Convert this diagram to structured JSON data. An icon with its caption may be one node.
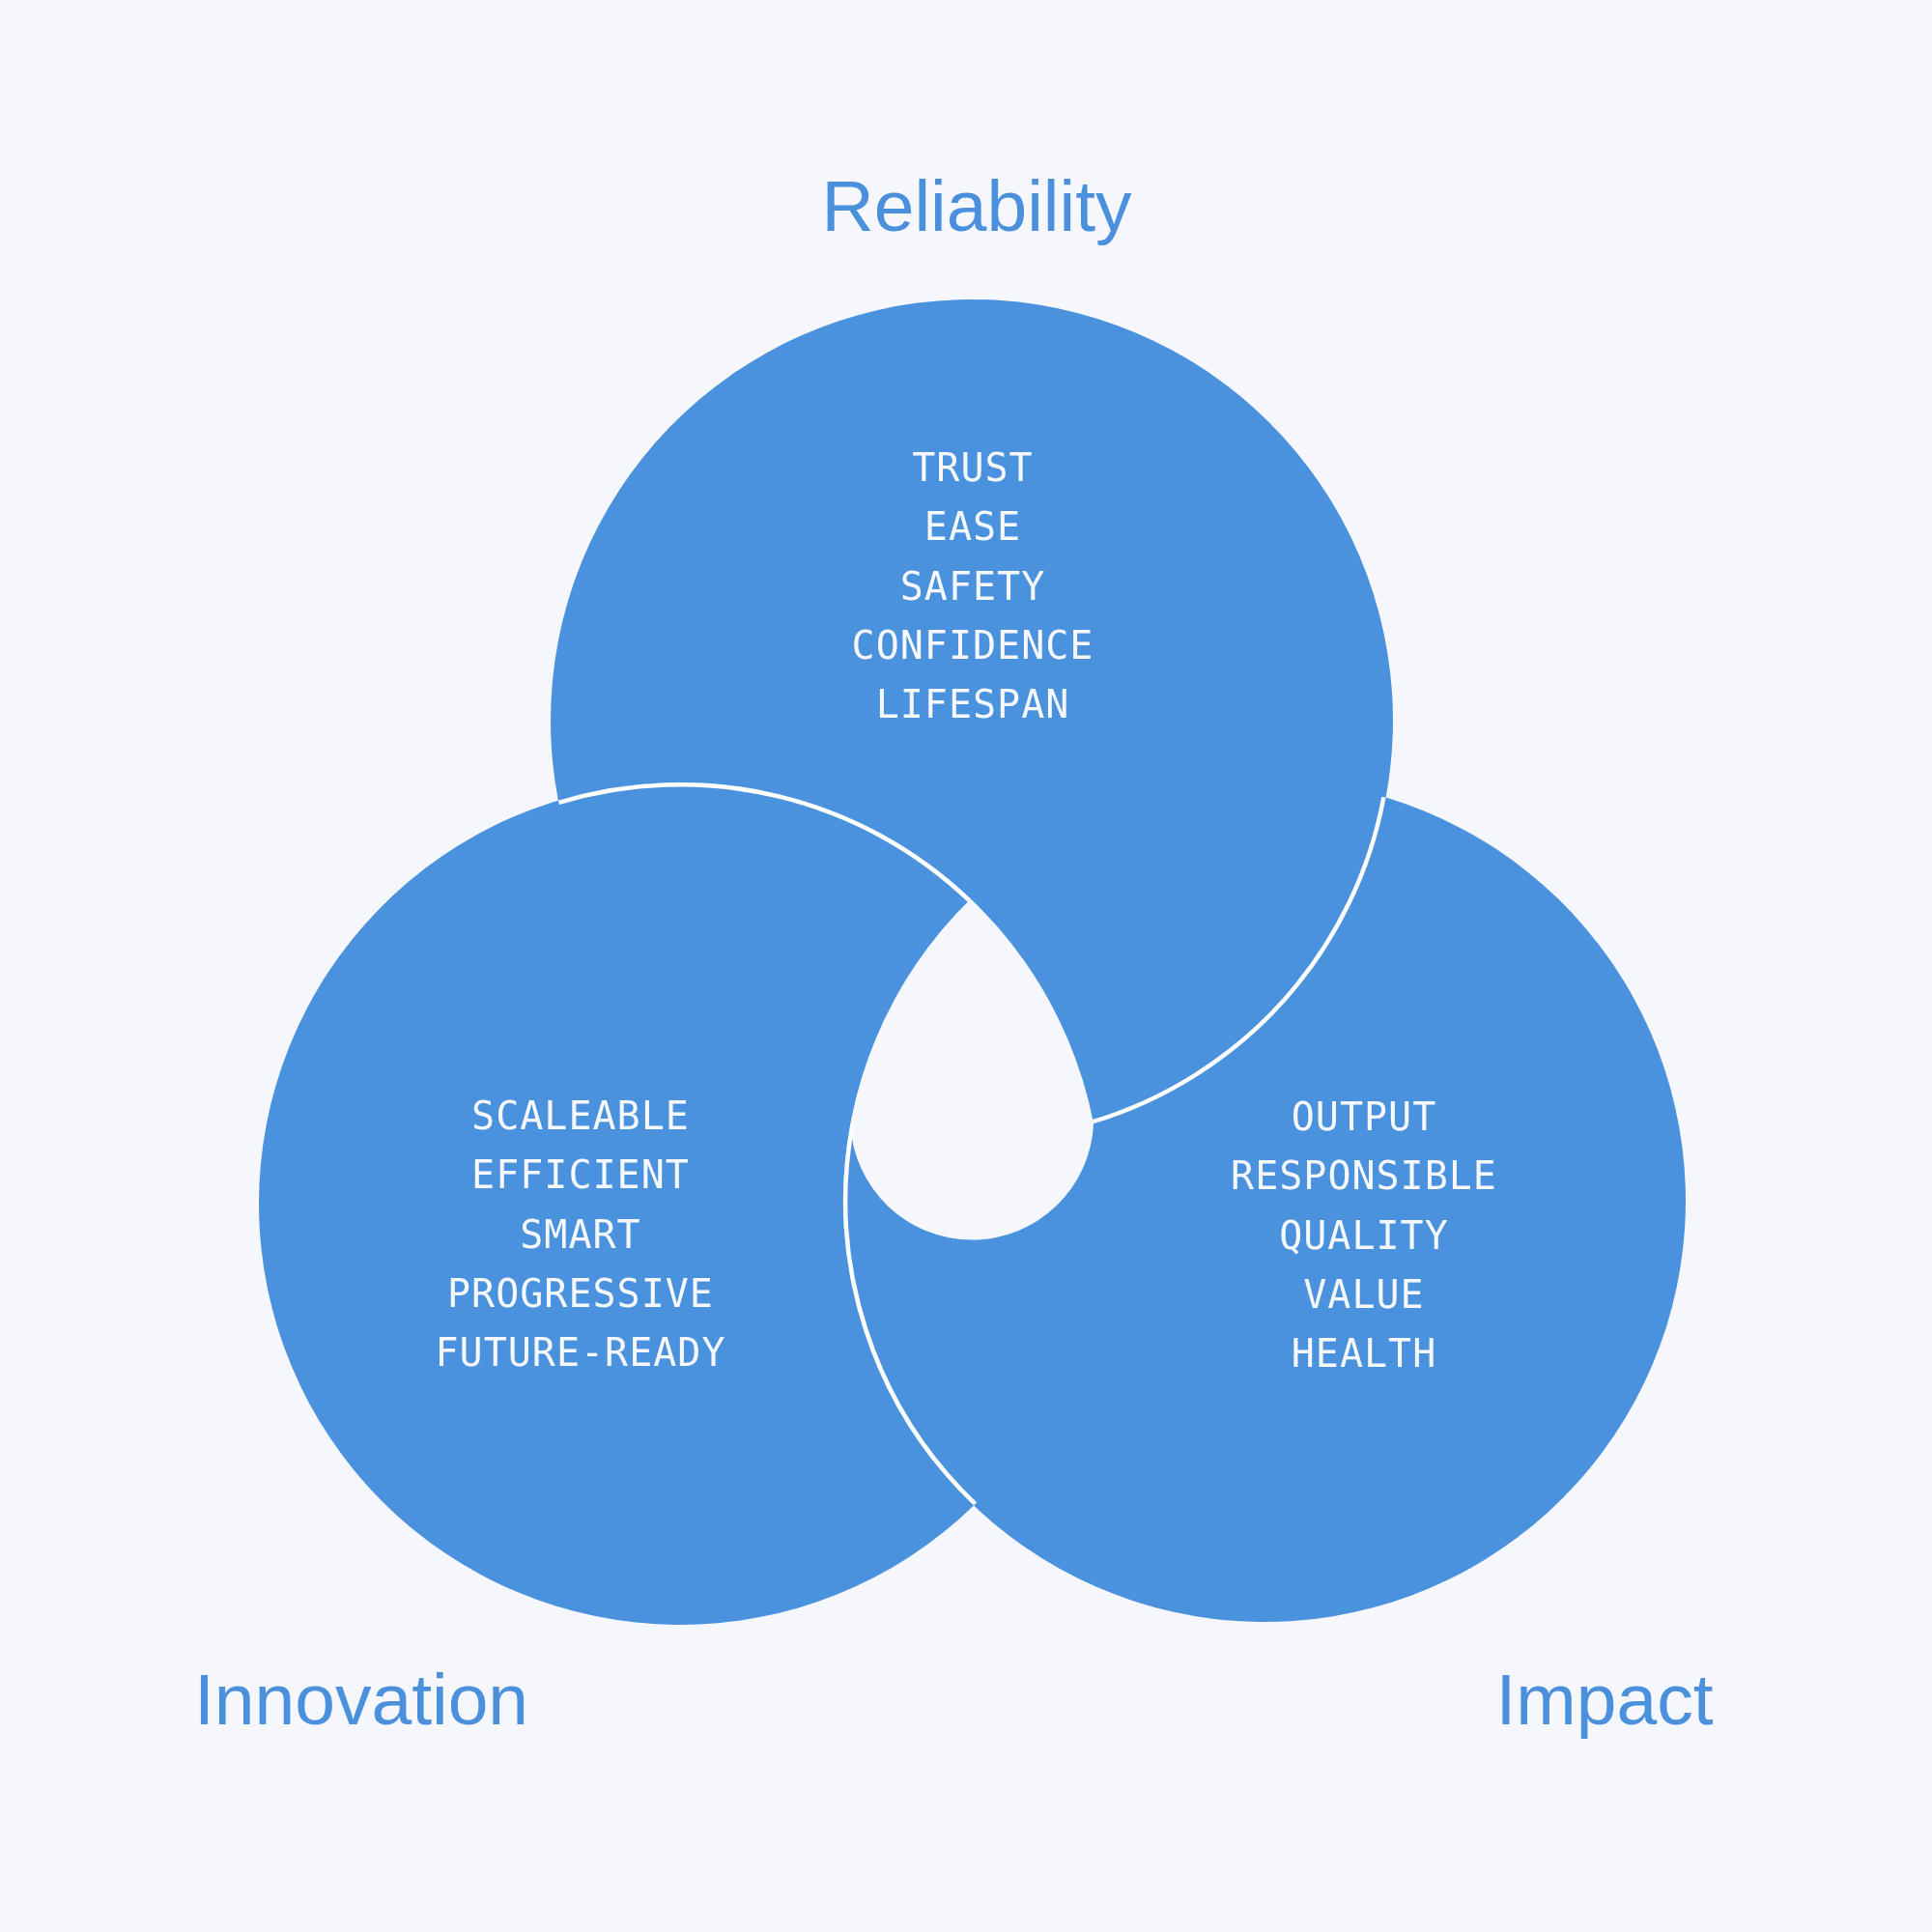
{
  "diagram": {
    "nodes": [
      {
        "text": [
          "Reliability",
          "TRUST",
          "EASE",
          "SAFETY",
          "CONFIDENCE",
          "LIFESPAN"
        ]
      },
      {
        "text": [
          "Innovation",
          "SCALEABLE",
          "EFFICIENT",
          "SMART",
          "PROGRESSIVE",
          "FUTURE-READY"
        ]
      },
      {
        "text": [
          "Impact",
          "OUTPUT",
          "RESPONSIBLE",
          "QUALITY",
          "VALUE",
          "HEALTH"
        ]
      }
    ]
  }
}
